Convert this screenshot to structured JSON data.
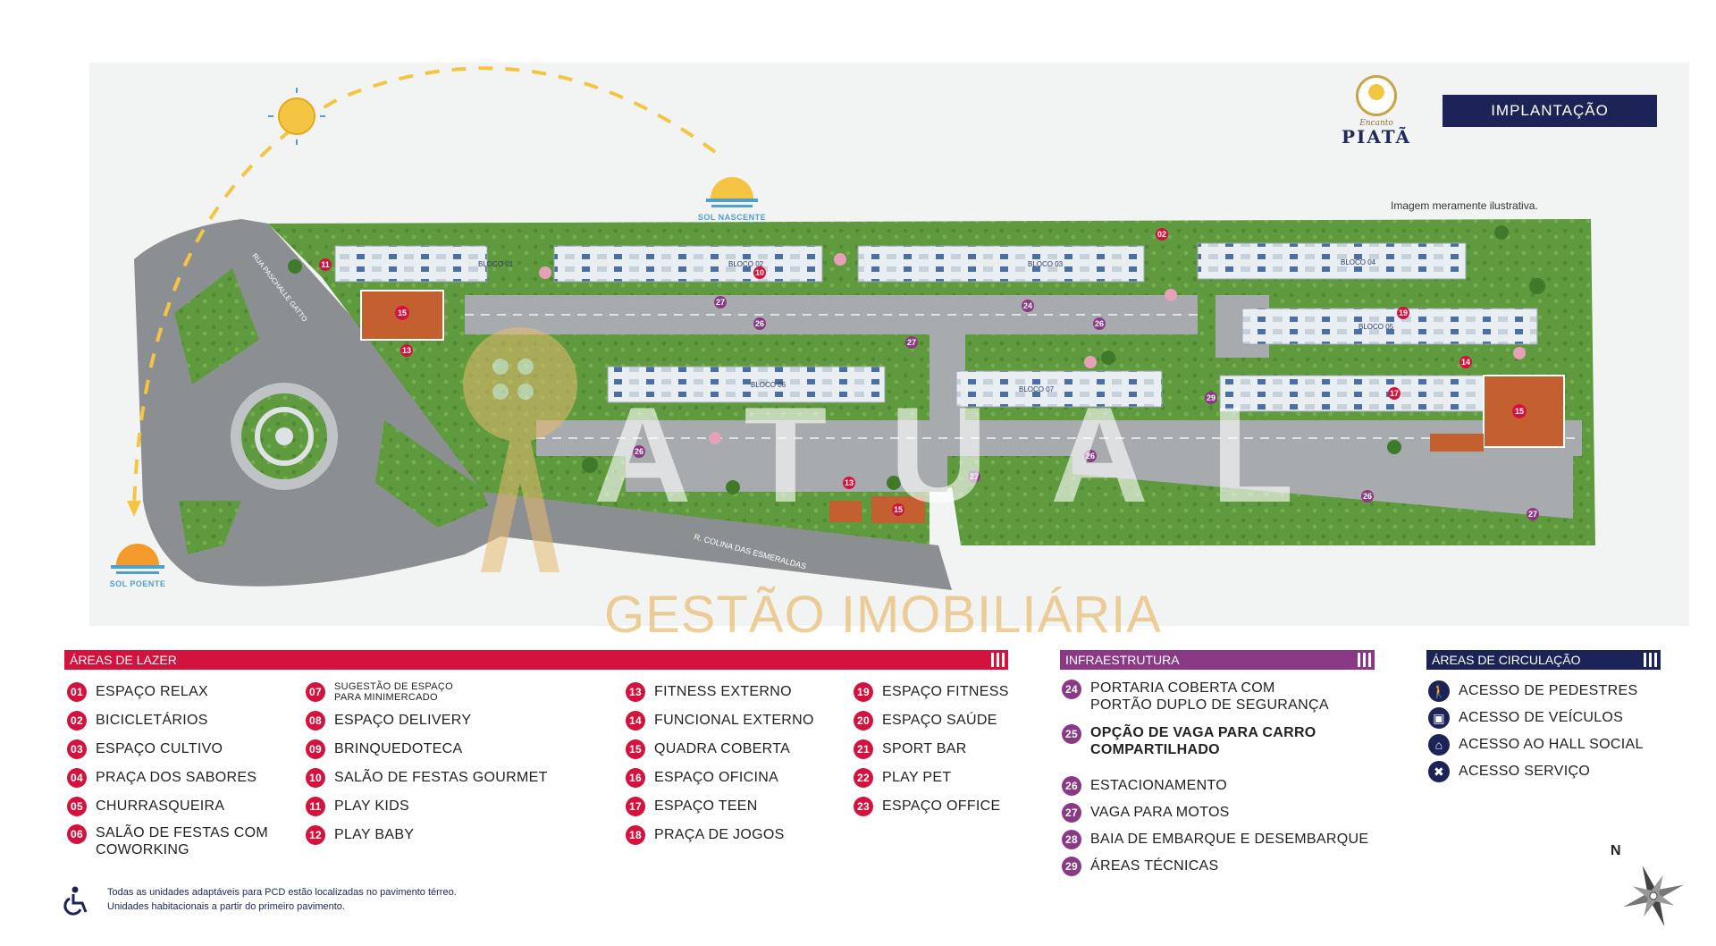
{
  "header": {
    "logo_small": "Encanto",
    "logo_big": "PIATÃ",
    "badge": "IMPLANTAÇÃO",
    "note": "Imagem meramente ilustrativa."
  },
  "map": {
    "sun_rise": "SOL NASCENTE",
    "sun_set": "SOL POENTE",
    "street_north": "RUA PASCHALLE GATTO",
    "street_south": "R. COLINA DAS ESMERALDAS",
    "blocks": [
      "BLOCO 01",
      "BLOCO 02",
      "BLOCO 03",
      "BLOCO 04",
      "BLOCO 05",
      "BLOCO 06",
      "BLOCO 07"
    ],
    "watermark": "ATUAL",
    "watermark_sub": "GESTÃO IMOBILIÁRIA"
  },
  "legend": {
    "lazer": {
      "title": "ÁREAS DE LAZER",
      "items": [
        {
          "n": "01",
          "label": "ESPAÇO RELAX"
        },
        {
          "n": "02",
          "label": "BICICLETÁRIOS"
        },
        {
          "n": "03",
          "label": "ESPAÇO CULTIVO"
        },
        {
          "n": "04",
          "label": "PRAÇA DOS SABORES"
        },
        {
          "n": "05",
          "label": "CHURRASQUEIRA"
        },
        {
          "n": "06",
          "label": "SALÃO DE FESTAS COM",
          "label2": "COWORKING"
        },
        {
          "n": "07",
          "label": "SUGESTÃO DE ESPAÇO",
          "label2": "PARA MINIMERCADO"
        },
        {
          "n": "08",
          "label": "ESPAÇO DELIVERY"
        },
        {
          "n": "09",
          "label": "BRINQUEDOTECA"
        },
        {
          "n": "10",
          "label": "SALÃO DE FESTAS GOURMET"
        },
        {
          "n": "11",
          "label": "PLAY KIDS"
        },
        {
          "n": "12",
          "label": "PLAY BABY"
        },
        {
          "n": "13",
          "label": "FITNESS EXTERNO"
        },
        {
          "n": "14",
          "label": "FUNCIONAL EXTERNO"
        },
        {
          "n": "15",
          "label": "QUADRA COBERTA"
        },
        {
          "n": "16",
          "label": "ESPAÇO OFICINA"
        },
        {
          "n": "17",
          "label": "ESPAÇO TEEN"
        },
        {
          "n": "18",
          "label": "PRAÇA DE JOGOS"
        },
        {
          "n": "19",
          "label": "ESPAÇO FITNESS"
        },
        {
          "n": "20",
          "label": "ESPAÇO SAÚDE"
        },
        {
          "n": "21",
          "label": "SPORT BAR"
        },
        {
          "n": "22",
          "label": "PLAY PET"
        },
        {
          "n": "23",
          "label": "ESPAÇO OFFICE"
        }
      ]
    },
    "infra": {
      "title": "INFRAESTRUTURA",
      "items": [
        {
          "n": "24",
          "label": "PORTARIA COBERTA COM",
          "label2": "PORTÃO DUPLO DE SEGURANÇA"
        },
        {
          "n": "25",
          "label": "OPÇÃO DE VAGA PARA CARRO",
          "label2": "COMPARTILHADO"
        },
        {
          "n": "26",
          "label": "ESTACIONAMENTO"
        },
        {
          "n": "27",
          "label": "VAGA PARA MOTOS"
        },
        {
          "n": "28",
          "label": "BAIA DE EMBARQUE E DESEMBARQUE"
        },
        {
          "n": "29",
          "label": "ÁREAS TÉCNICAS"
        }
      ]
    },
    "circ": {
      "title": "ÁREAS DE CIRCULAÇÃO",
      "items": [
        {
          "icon": "pedestrian-icon",
          "label": "ACESSO DE PEDESTRES"
        },
        {
          "icon": "car-icon",
          "label": "ACESSO DE VEÍCULOS"
        },
        {
          "icon": "hall-icon",
          "label": "ACESSO AO HALL SOCIAL"
        },
        {
          "icon": "service-icon",
          "label": "ACESSO SERVIÇO"
        }
      ]
    }
  },
  "footer": {
    "line1": "Todas as unidades adaptáveis para PCD estão localizadas no pavimento térreo.",
    "line2": "Unidades habitacionais a partir do primeiro pavimento.",
    "north": "N"
  },
  "colors": {
    "red": "#d4123e",
    "purple": "#8a3a85",
    "navy": "#1c2457",
    "sun": "#f4c542",
    "grass": "#6fa84a"
  }
}
